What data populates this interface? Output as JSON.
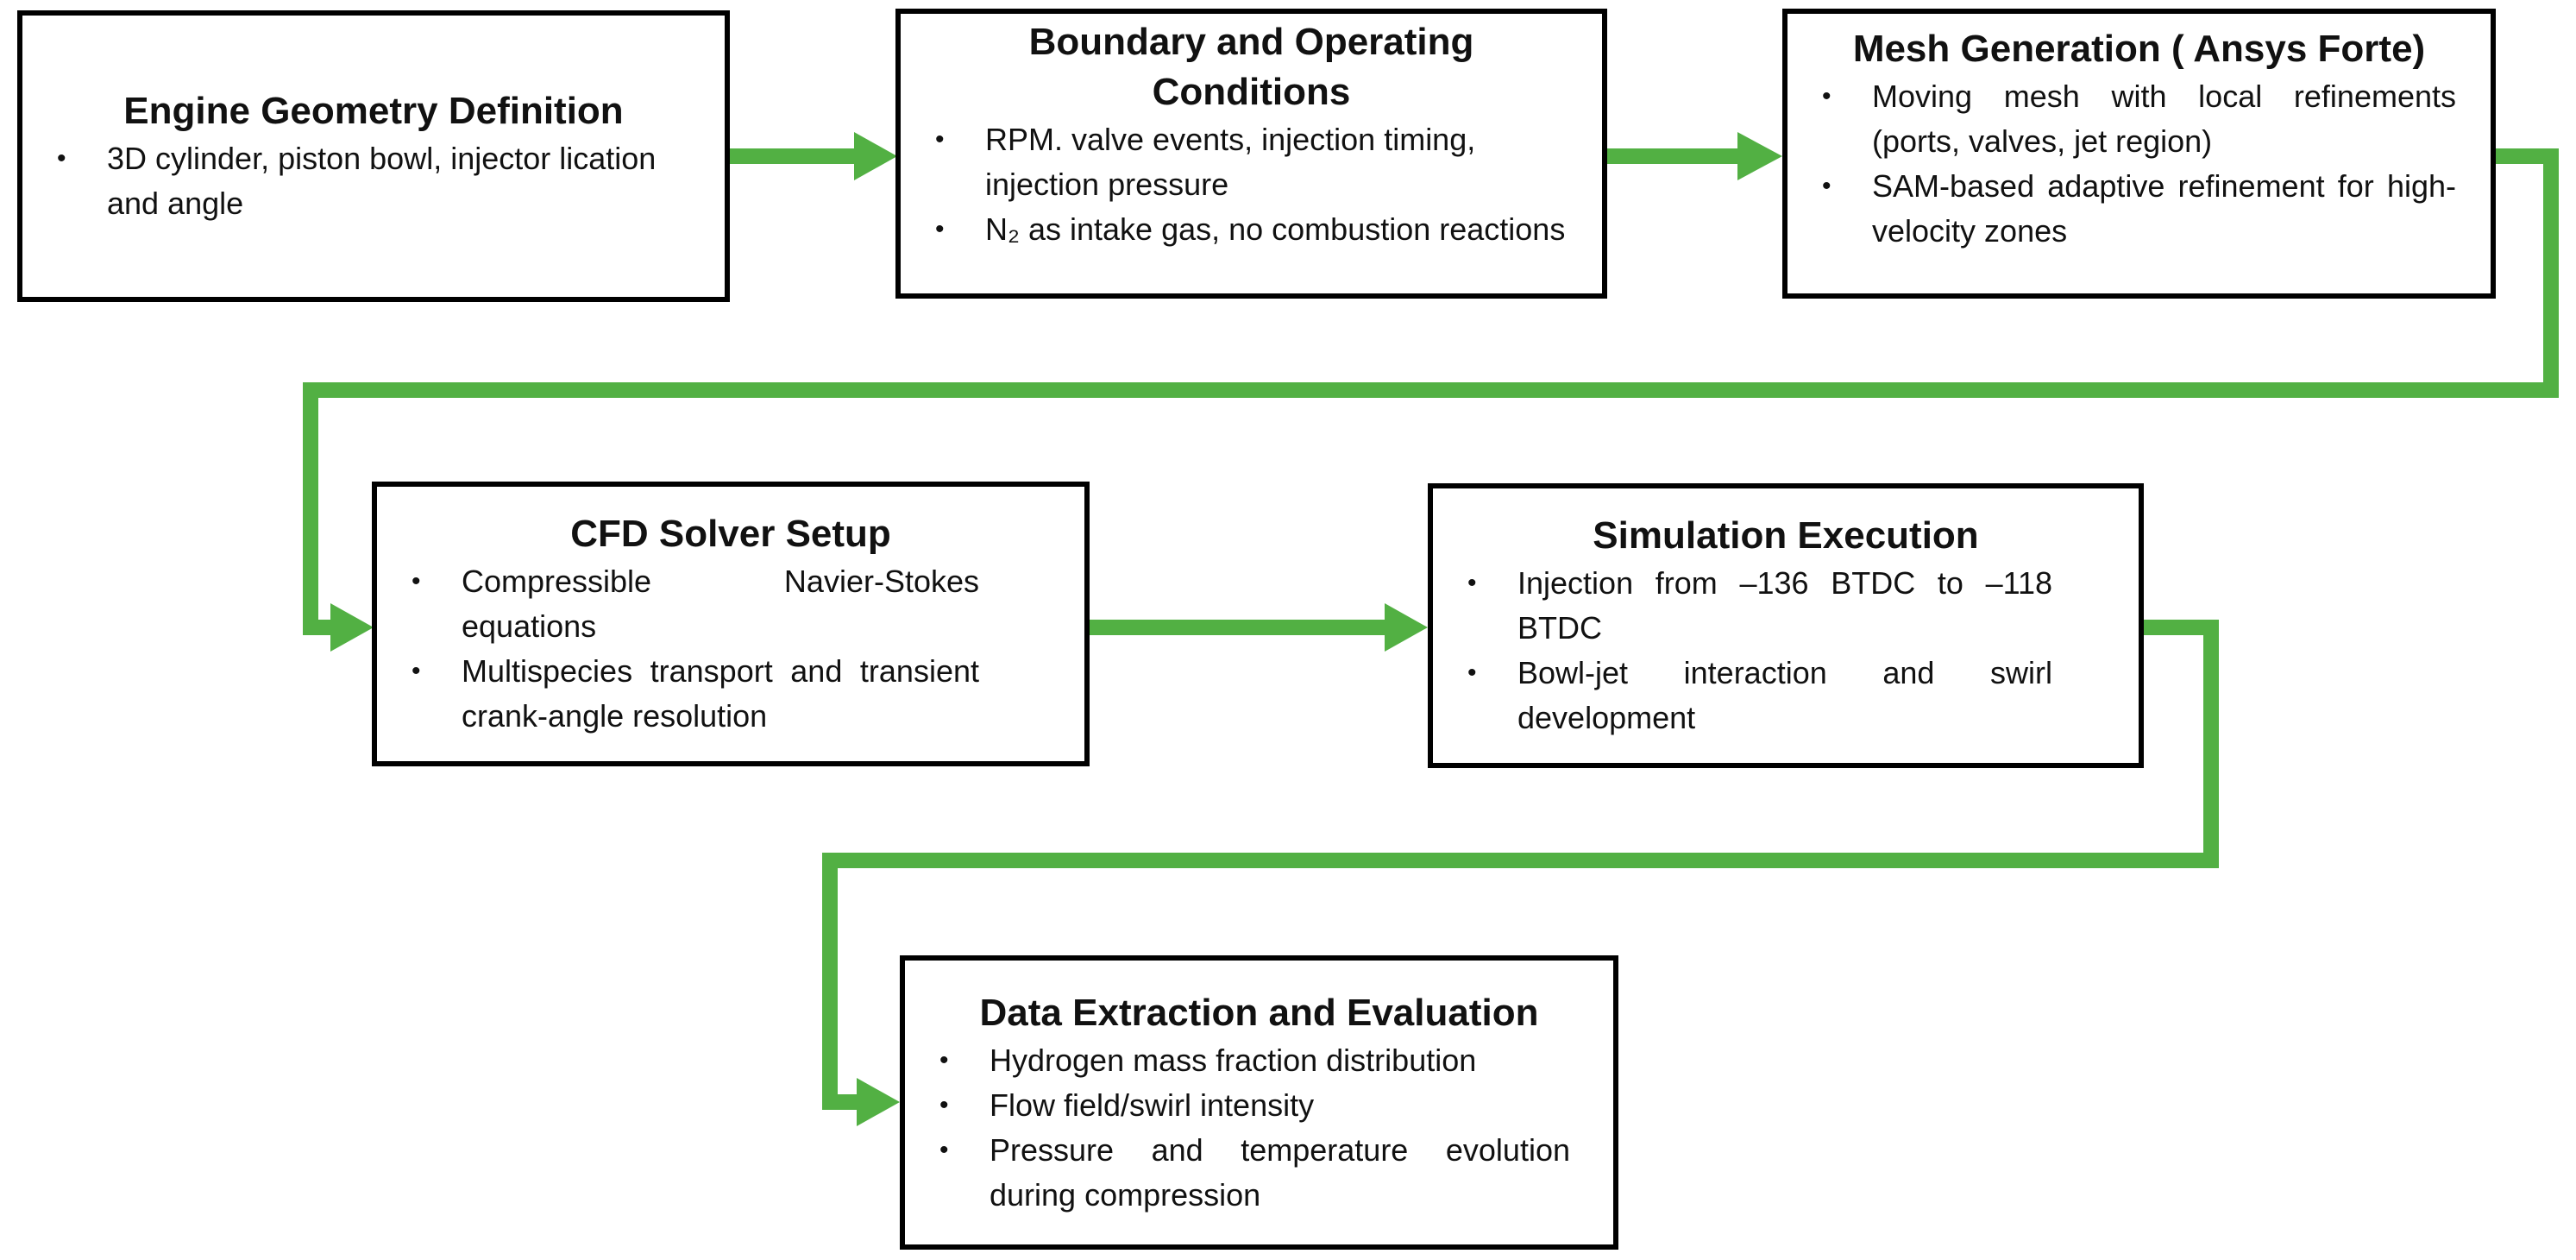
{
  "bullet_char": "•",
  "colors": {
    "arrow": "#52b043",
    "box_border": "#000000",
    "text": "#111111",
    "background": "#ffffff"
  },
  "boxes": [
    {
      "id": "engine-geometry-definition",
      "title": "Engine Geometry Definition",
      "bullets": [
        "3D cylinder, piston bowl, injector lication and angle"
      ]
    },
    {
      "id": "boundary-operating-conditions",
      "title": "Boundary and Operating Conditions",
      "bullets": [
        "RPM. valve events, injection timing, injection pressure",
        "N₂ as intake gas, no combustion reactions"
      ]
    },
    {
      "id": "mesh-generation",
      "title": "Mesh Generation ( Ansys Forte)",
      "bullets": [
        "Moving mesh with local refinements (ports, valves, jet region)",
        "SAM-based adaptive refinement for high-velocity zones"
      ]
    },
    {
      "id": "cfd-solver-setup",
      "title": "CFD Solver Setup",
      "bullets": [
        "Compressible Navier-Stokes equations",
        "Multispecies transport and transient crank-angle resolution"
      ]
    },
    {
      "id": "simulation-execution",
      "title": "Simulation Execution",
      "bullets": [
        "Injection from –136 BTDC to –118 BTDC",
        "Bowl-jet interaction and swirl development"
      ]
    },
    {
      "id": "data-extraction-evaluation",
      "title": "Data Extraction and Evaluation",
      "bullets": [
        "Hydrogen mass fraction distribution",
        "Flow field/swirl intensity",
        "Pressure and temperature evolution during compression"
      ]
    }
  ],
  "connections": [
    {
      "from": "engine-geometry-definition",
      "to": "boundary-operating-conditions"
    },
    {
      "from": "boundary-operating-conditions",
      "to": "mesh-generation"
    },
    {
      "from": "mesh-generation",
      "to": "cfd-solver-setup"
    },
    {
      "from": "cfd-solver-setup",
      "to": "simulation-execution"
    },
    {
      "from": "simulation-execution",
      "to": "data-extraction-evaluation"
    }
  ]
}
